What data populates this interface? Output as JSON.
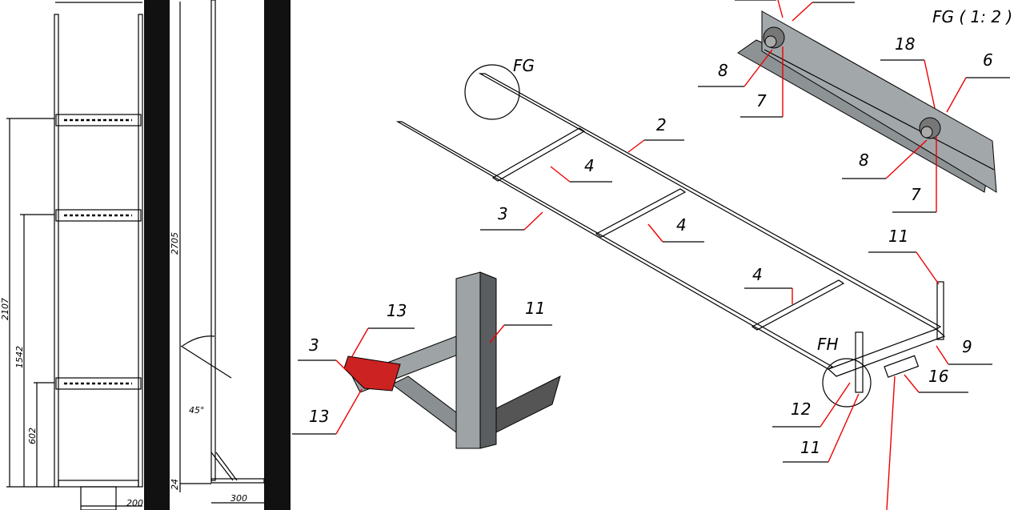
{
  "front_view": {
    "dims": [
      "2107",
      "1542",
      "602",
      "200"
    ]
  },
  "side_view": {
    "dims": [
      "2705",
      "24",
      "300",
      "45°"
    ]
  },
  "iso_view": {
    "callouts": [
      "FG",
      "FH",
      "2",
      "3",
      "4",
      "4",
      "4",
      "11",
      "9",
      "16",
      "12",
      "11"
    ]
  },
  "detail_bracket": {
    "callouts": [
      "13",
      "3",
      "13",
      "11"
    ]
  },
  "detail_fg": {
    "title": "FG ( 1: 2 )",
    "callouts": [
      "8",
      "7",
      "18",
      "6",
      "8",
      "7"
    ]
  },
  "colors": {
    "leader": "#ee0000",
    "panel_dark": "#111111",
    "steel": "#9ea3a6",
    "highlight": "#cc2222"
  }
}
